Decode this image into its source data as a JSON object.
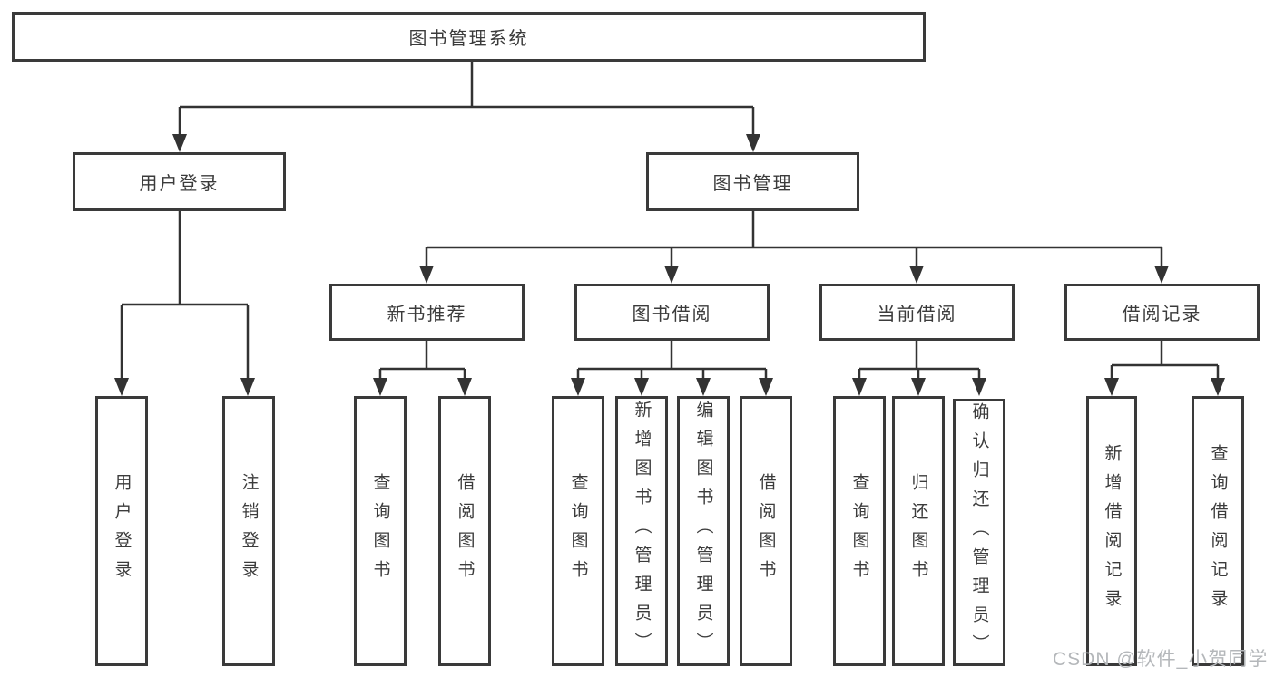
{
  "diagram": {
    "type": "tree",
    "orientation": "top-down",
    "tree": {
      "label": "图书管理系统",
      "children": [
        {
          "label": "用户登录",
          "children": [
            {
              "label": "用户登录"
            },
            {
              "label": "注销登录"
            }
          ]
        },
        {
          "label": "图书管理",
          "children": [
            {
              "label": "新书推荐",
              "children": [
                {
                  "label": "查询图书"
                },
                {
                  "label": "借阅图书"
                }
              ]
            },
            {
              "label": "图书借阅",
              "children": [
                {
                  "label": "查询图书"
                },
                {
                  "label": "新增图书（管理员）"
                },
                {
                  "label": "编辑图书（管理员）"
                },
                {
                  "label": "借阅图书"
                }
              ]
            },
            {
              "label": "当前借阅",
              "children": [
                {
                  "label": "查询图书"
                },
                {
                  "label": "归还图书"
                },
                {
                  "label": "确认归还（管理员）"
                }
              ]
            },
            {
              "label": "借阅记录",
              "children": [
                {
                  "label": "新增借阅记录"
                },
                {
                  "label": "查询借阅记录"
                }
              ]
            }
          ]
        }
      ]
    }
  },
  "watermark": {
    "text": "CSDN @软件_小贺同学"
  },
  "colors": {
    "line": "#333333",
    "box_border": "#3a3a3a",
    "text": "#3b3b3b",
    "watermark": "#b4b7ba",
    "background": "#ffffff"
  }
}
